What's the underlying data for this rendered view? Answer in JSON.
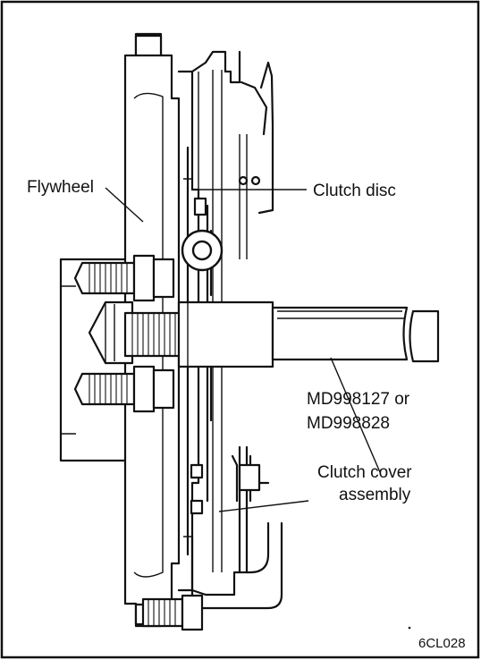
{
  "labels": {
    "flywheel": "Flywheel",
    "clutch_disc": "Clutch disc",
    "tool_line1": "MD998127 or",
    "tool_line2": "MD998828",
    "cover_line1": "Clutch cover",
    "cover_line2": "assembly",
    "figure_code": "6CL028"
  }
}
